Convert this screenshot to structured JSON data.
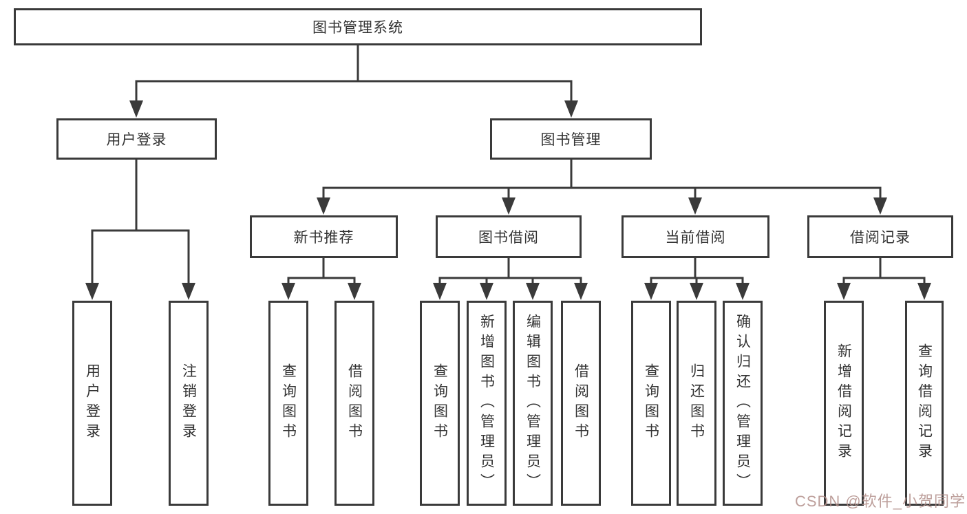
{
  "diagram": {
    "tree": {
      "label": "图书管理系统",
      "children": [
        {
          "label": "用户登录",
          "children": [
            {
              "label": "用户登录"
            },
            {
              "label": "注销登录"
            }
          ]
        },
        {
          "label": "图书管理",
          "children": [
            {
              "label": "新书推荐",
              "children": [
                {
                  "label": "查询图书"
                },
                {
                  "label": "借阅图书"
                }
              ]
            },
            {
              "label": "图书借阅",
              "children": [
                {
                  "label": "查询图书"
                },
                {
                  "label": "新增图书（管理员）"
                },
                {
                  "label": "编辑图书（管理员）"
                },
                {
                  "label": "借阅图书"
                }
              ]
            },
            {
              "label": "当前借阅",
              "children": [
                {
                  "label": "查询图书"
                },
                {
                  "label": "归还图书"
                },
                {
                  "label": "确认归还（管理员）"
                }
              ]
            },
            {
              "label": "借阅记录",
              "children": [
                {
                  "label": "新增借阅记录"
                },
                {
                  "label": "查询借阅记录"
                }
              ]
            }
          ]
        }
      ]
    },
    "watermark": "CSDN @软件_小贺同学",
    "colors": {
      "line": "#3a3a3a",
      "box_border": "#3a3a3a",
      "text": "#333333",
      "background": "#ffffff",
      "watermark": "#b28e89"
    }
  }
}
